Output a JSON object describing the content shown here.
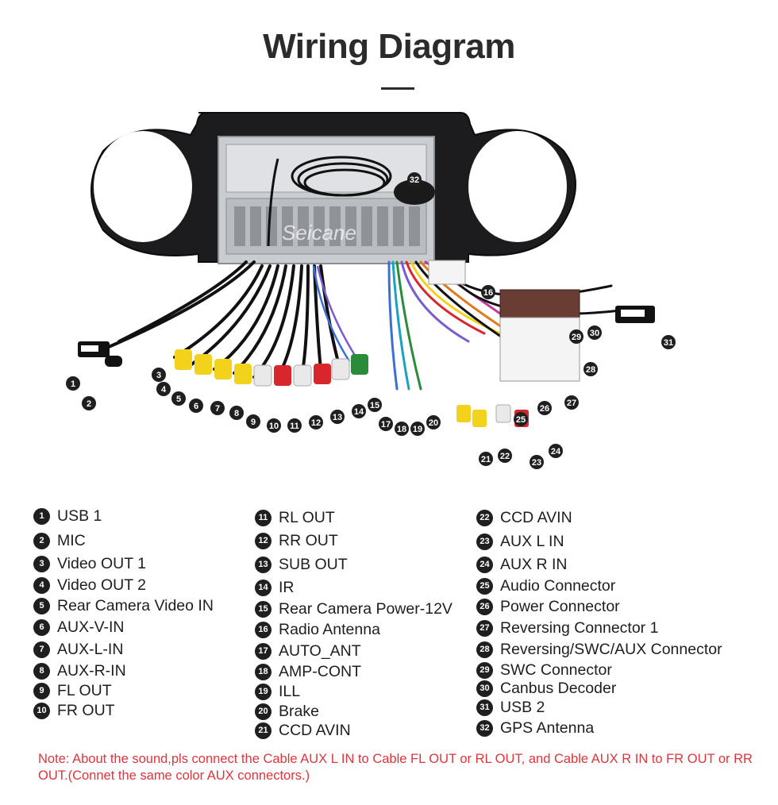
{
  "title": "Wiring Diagram",
  "brand_watermark": "Seicane",
  "legend": [
    {
      "num": "1",
      "label": "USB 1"
    },
    {
      "num": "2",
      "label": "MIC"
    },
    {
      "num": "3",
      "label": "Video OUT 1"
    },
    {
      "num": "4",
      "label": "Video OUT 2"
    },
    {
      "num": "5",
      "label": "Rear Camera Video IN"
    },
    {
      "num": "6",
      "label": "AUX-V-IN"
    },
    {
      "num": "7",
      "label": "AUX-L-IN"
    },
    {
      "num": "8",
      "label": "AUX-R-IN"
    },
    {
      "num": "9",
      "label": "FL OUT"
    },
    {
      "num": "10",
      "label": "FR OUT"
    },
    {
      "num": "11",
      "label": "RL OUT"
    },
    {
      "num": "12",
      "label": "RR OUT"
    },
    {
      "num": "13",
      "label": "SUB OUT"
    },
    {
      "num": "14",
      "label": "IR"
    },
    {
      "num": "15",
      "label": "Rear Camera Power-12V"
    },
    {
      "num": "16",
      "label": "Radio Antenna"
    },
    {
      "num": "17",
      "label": "AUTO_ANT"
    },
    {
      "num": "18",
      "label": "AMP-CONT"
    },
    {
      "num": "19",
      "label": "ILL"
    },
    {
      "num": "20",
      "label": "Brake"
    },
    {
      "num": "21",
      "label": "CCD AVIN"
    },
    {
      "num": "22",
      "label": "CCD AVIN"
    },
    {
      "num": "23",
      "label": "AUX L IN"
    },
    {
      "num": "24",
      "label": "AUX R IN"
    },
    {
      "num": "25",
      "label": "Audio Connector"
    },
    {
      "num": "26",
      "label": "Power Connector"
    },
    {
      "num": "27",
      "label": "Reversing Connector 1"
    },
    {
      "num": "28",
      "label": "Reversing/SWC/AUX Connector"
    },
    {
      "num": "29",
      "label": "SWC Connector"
    },
    {
      "num": "30",
      "label": "Canbus Decoder"
    },
    {
      "num": "31",
      "label": "USB 2"
    },
    {
      "num": "32",
      "label": "GPS Antenna"
    }
  ],
  "note": "Note: About the sound,pls connect the Cable AUX L IN to Cable FL OUT or RL OUT, and Cable AUX R IN to FR OUT or RR OUT.(Connet the same color AUX connectors.)",
  "colors": {
    "title": "#2b2b2b",
    "badge": "#1f1f1f",
    "note": "#e0343b"
  }
}
